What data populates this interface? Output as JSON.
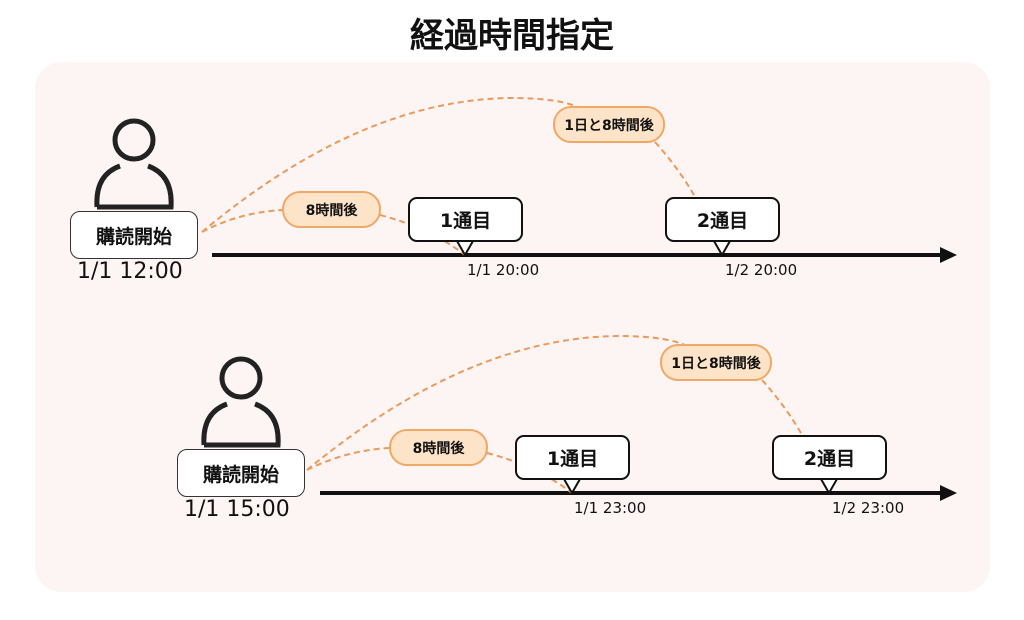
{
  "title": "経過時間指定",
  "colors": {
    "panel": "#fdf5f3",
    "accent": "#efa866",
    "pill_fill": "#fde4c8"
  },
  "rows": [
    {
      "start_label": "購読開始",
      "start_time": "1/1 12:00",
      "first_delay": "8時間後",
      "first_label": "1通目",
      "first_time": "1/1 20:00",
      "second_delay": "1日と8時間後",
      "second_label": "2通目",
      "second_time": "1/2 20:00"
    },
    {
      "start_label": "購読開始",
      "start_time": "1/1 15:00",
      "first_delay": "8時間後",
      "first_label": "1通目",
      "first_time": "1/1 23:00",
      "second_delay": "1日と8時間後",
      "second_label": "2通目",
      "second_time": "1/2 23:00"
    }
  ]
}
